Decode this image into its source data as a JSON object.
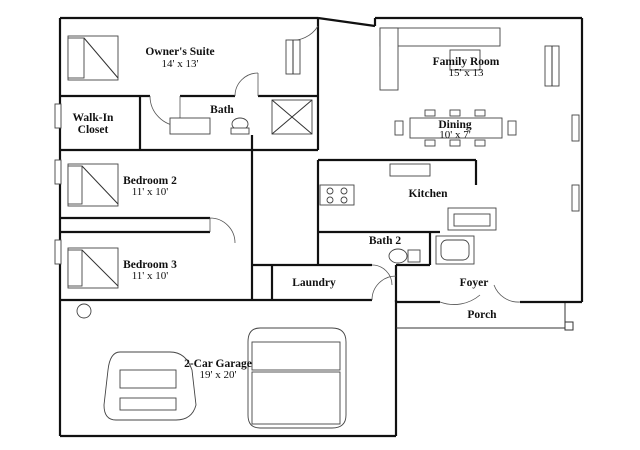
{
  "rooms": {
    "owners_suite": {
      "name": "Owner's Suite",
      "size": "14' x 13'"
    },
    "bath": {
      "name": "Bath"
    },
    "walk_in_closet": {
      "name_line1": "Walk-In",
      "name_line2": "Closet"
    },
    "family_room": {
      "name": "Family Room",
      "size": "15' x 13"
    },
    "dining": {
      "name": "Dining",
      "size": "10' x 7'"
    },
    "bedroom_2": {
      "name": "Bedroom 2",
      "size": "11' x 10'"
    },
    "kitchen": {
      "name": "Kitchen"
    },
    "bath_2": {
      "name": "Bath 2"
    },
    "bedroom_3": {
      "name": "Bedroom 3",
      "size": "11' x 10'"
    },
    "laundry": {
      "name": "Laundry"
    },
    "foyer": {
      "name": "Foyer"
    },
    "porch": {
      "name": "Porch"
    },
    "garage": {
      "name": "2-Car Garage",
      "size": "19' x 20'"
    }
  }
}
